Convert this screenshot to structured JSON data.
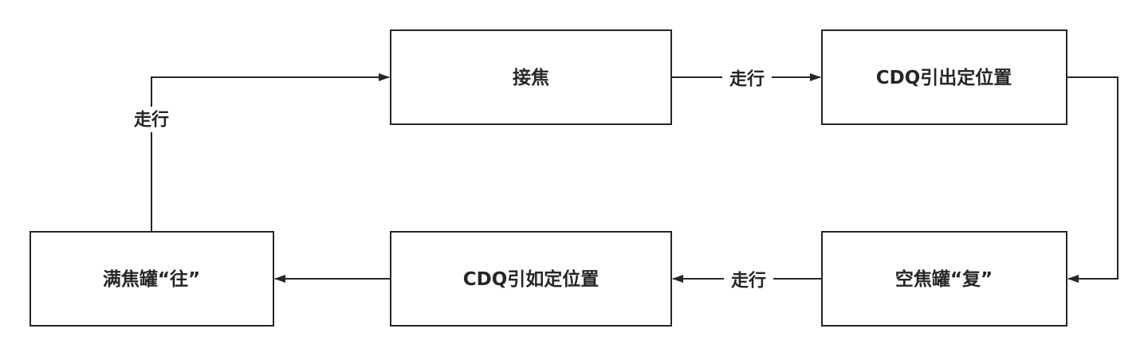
{
  "diagram": {
    "nodes": {
      "jiejiao": "接焦",
      "cdq_out": "CDQ引出定位置",
      "kongjiao": "空焦罐“复”",
      "cdq_in": "CDQ引如定位置",
      "manjiao": "满焦罐“往”"
    },
    "edges": {
      "man_to_jiejiao": "走行",
      "jiejiao_to_cdq_out": "走行",
      "kong_to_cdq_in": "走行"
    },
    "colors": {
      "stroke": "#262626",
      "fill": "#ffffff",
      "text": "#262626"
    }
  }
}
